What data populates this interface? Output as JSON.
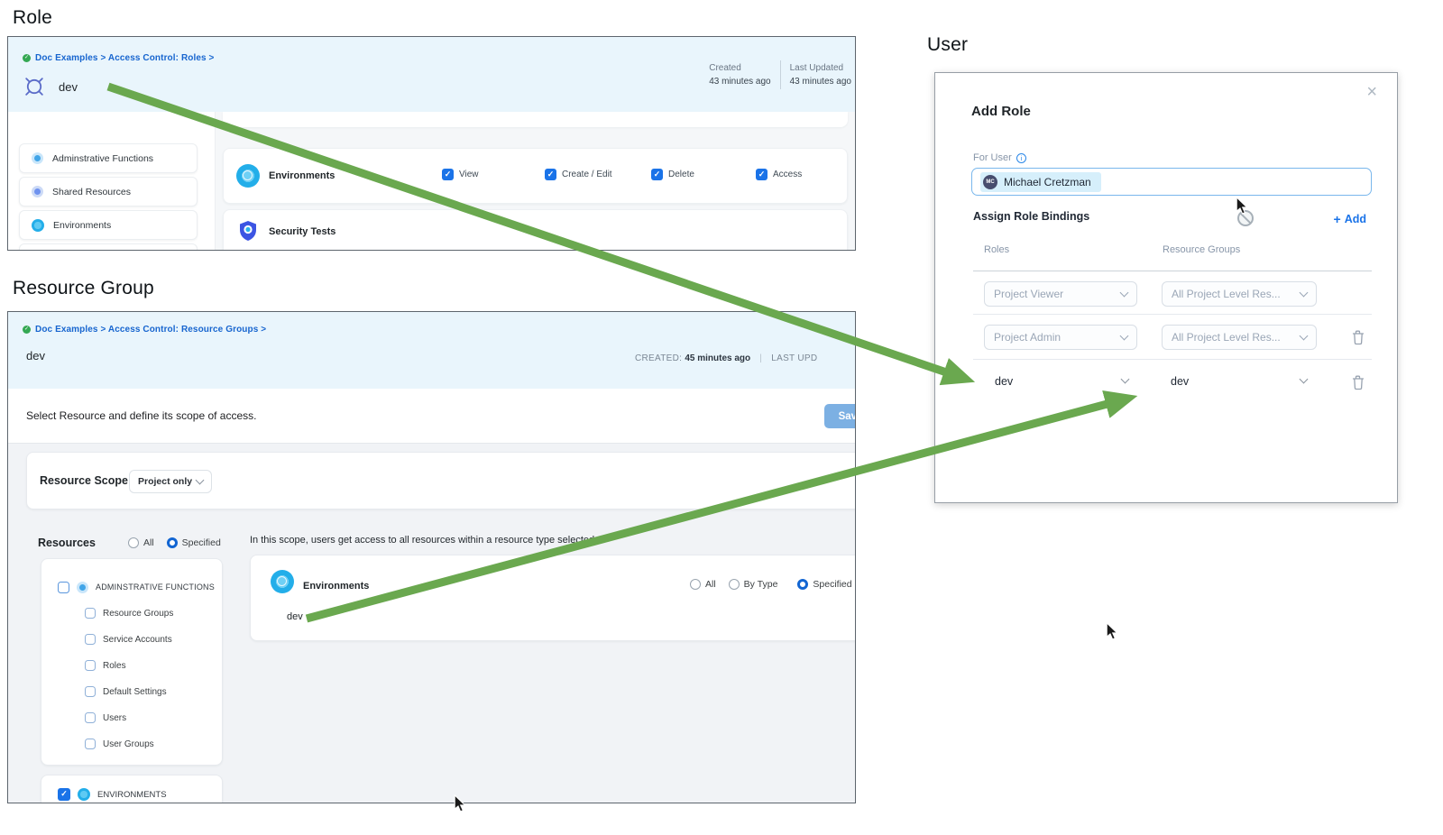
{
  "headings": {
    "role": "Role",
    "resource_group": "Resource Group",
    "user": "User"
  },
  "colors": {
    "arrow_green": "#6aa84f",
    "accent_blue": "#1a73e8",
    "header_bg": "#e9f5fc",
    "save_button_bg": "#7cb0e3"
  },
  "role_panel": {
    "breadcrumb": "Doc Examples > Access Control: Roles >",
    "title": "dev",
    "meta": {
      "created_label": "Created",
      "created_value": "43 minutes ago",
      "updated_label": "Last Updated",
      "updated_value": "43 minutes ago"
    },
    "sidebar_items": [
      {
        "label": "Adminstrative Functions"
      },
      {
        "label": "Shared Resources"
      },
      {
        "label": "Environments"
      }
    ],
    "permission_rows": [
      {
        "label": "Environments"
      },
      {
        "label": "Security Tests"
      }
    ],
    "permissions": [
      {
        "label": "View",
        "checked": true
      },
      {
        "label": "Create / Edit",
        "checked": true
      },
      {
        "label": "Delete",
        "checked": true
      },
      {
        "label": "Access",
        "checked": true
      }
    ]
  },
  "resource_group_panel": {
    "breadcrumb": "Doc Examples > Access Control: Resource Groups >",
    "title": "dev",
    "meta": {
      "created_label": "CREATED:",
      "created_value": "45 minutes ago",
      "separator": "|",
      "updated_label": "LAST UPD"
    },
    "instruction": "Select Resource and define its scope of access.",
    "save_button": "Save",
    "resource_scope": {
      "label": "Resource Scope",
      "value": "Project only"
    },
    "resources": {
      "label": "Resources",
      "radio_all": "All",
      "radio_specified": "Specified",
      "tree_parent": "ADMINSTRATIVE FUNCTIONS",
      "tree_children": [
        {
          "label": "Resource Groups"
        },
        {
          "label": "Service Accounts"
        },
        {
          "label": "Roles"
        },
        {
          "label": "Default Settings"
        },
        {
          "label": "Users"
        },
        {
          "label": "User Groups"
        }
      ],
      "environments_item": "ENVIRONMENTS"
    },
    "scope_panel": {
      "note": "In this scope, users get access to all resources within a resource type selected",
      "row_label": "Environments",
      "radio_all": "All",
      "radio_by_type": "By Type",
      "radio_specified": "Specified",
      "selected_item": "dev"
    }
  },
  "user_modal": {
    "title": "Add Role",
    "close": "×",
    "for_user_label": "For User",
    "user": {
      "initials": "MC",
      "name": "Michael Cretzman"
    },
    "assign_label": "Assign Role Bindings",
    "add_plus": "+",
    "add_label": "Add",
    "col_roles": "Roles",
    "col_resource_groups": "Resource Groups",
    "bindings": [
      {
        "role": "Project Viewer",
        "resource_group": "All Project Level Res..."
      },
      {
        "role": "Project Admin",
        "resource_group": "All Project Level Res..."
      },
      {
        "role": "dev",
        "resource_group": "dev"
      }
    ]
  }
}
